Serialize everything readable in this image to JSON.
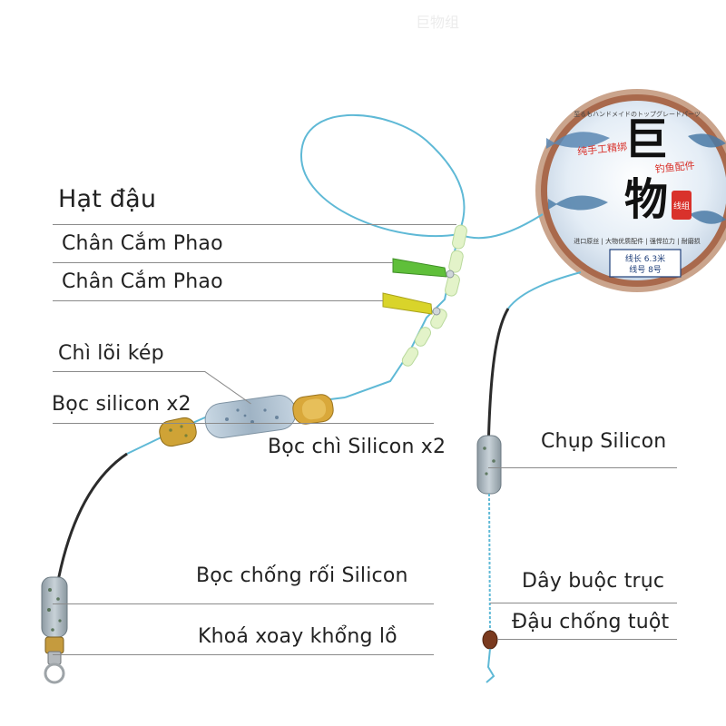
{
  "labels": {
    "hat_dau": "Hạt đậu",
    "chan_cam_phao_1": "Chân Cắm Phao",
    "chan_cam_phao_2": "Chân Cắm Phao",
    "chi_loi_kep": "Chì lõi kép",
    "boc_silicon": "Bọc silicon x2",
    "boc_chi_silicon": "Bọc chì Silicon x2",
    "chup_silicon": "Chụp Silicon",
    "boc_chong_roi": "Bọc chống rối Silicon",
    "khoa_xoay": "Khoá xoay khổng lồ",
    "day_buoc_truc": "Dây buộc trục",
    "dau_chong_tuot": "Đậu chống tuột"
  },
  "spool": {
    "big_chars": "巨物",
    "side_badge": "线组",
    "top_arc": "至るもハンドメイドのトップグレードパーツ",
    "red_line_1": "纯手工精绑",
    "red_line_2": "钓鱼配件",
    "features": "进口原丝 | 大物优质配件 | 强悍拉力 | 耐磨损",
    "spec_line_1": "线长  6.3米",
    "spec_line_2": "线号  8号"
  },
  "watermark": "巨物组",
  "colors": {
    "line": "#5fb9d6",
    "braid": "#2b2b2b",
    "float_stem_green": "#5fbf3a",
    "float_stem_yellow": "#d9d42a",
    "glow_bead": "#e3f3c9",
    "spool_rim": "#b07a5a",
    "spool_face": "#dde8f2",
    "red_text": "#d9322b"
  }
}
